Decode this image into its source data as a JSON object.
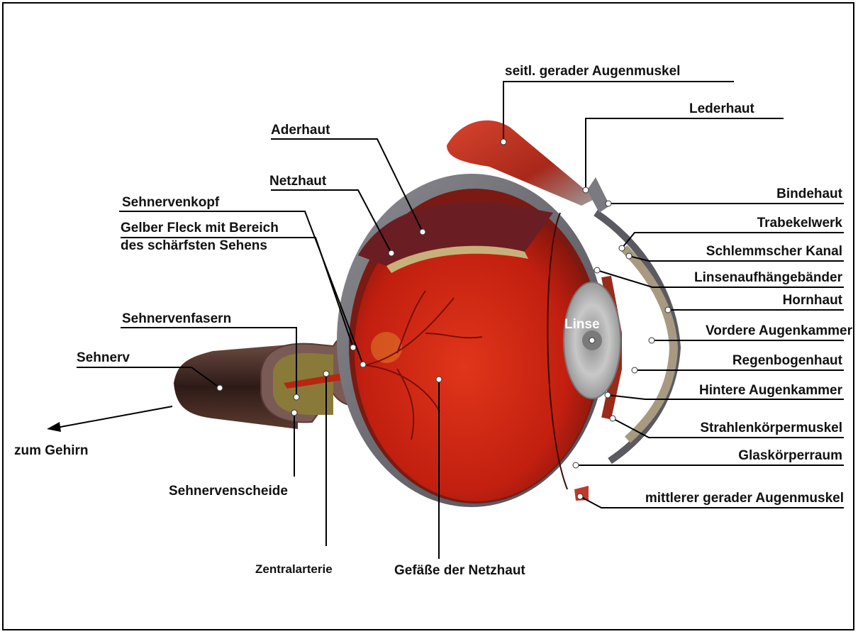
{
  "labels": {
    "lateral_muscle": "seitl. gerader Augenmuskel",
    "sclera": "Lederhaut",
    "choroid": "Aderhaut",
    "retina": "Netzhaut",
    "conjunctiva": "Bindehaut",
    "trabecular": "Trabekelwerk",
    "yellow_spot_1": "Gelber Fleck mit Bereich",
    "yellow_spot_2": "des schärfsten Sehens",
    "schlemm": "Schlemmscher Kanal",
    "zonule": "Linsenaufhängebänder",
    "optic_head": "Sehnervenkopf",
    "cornea": "Hornhaut",
    "optic_fibers": "Sehnervenfasern",
    "lens": "Linse",
    "anterior_chamber": "Vordere Augenkammer",
    "optic_nerve": "Sehnerv",
    "iris": "Regenbogenhaut",
    "posterior_chamber": "Hintere Augenkammer",
    "ciliary": "Strahlenkörpermuskel",
    "to_brain": "zum Gehirn",
    "vitreous": "Glaskörperraum",
    "medial_muscle": "mittlerer gerader Augenmuskel",
    "optic_sheath": "Sehnervenscheide",
    "central_artery": "Zentralarterie",
    "retinal_vessels": "Gefäße der Netzhaut"
  },
  "colors": {
    "eyeball": "#c8200f",
    "eyeball_dark": "#8a1a10",
    "sclera": "#6e6e74",
    "lens": "#b9b9b9",
    "nerve": "#3a2320",
    "muscle": "#c0392b"
  }
}
